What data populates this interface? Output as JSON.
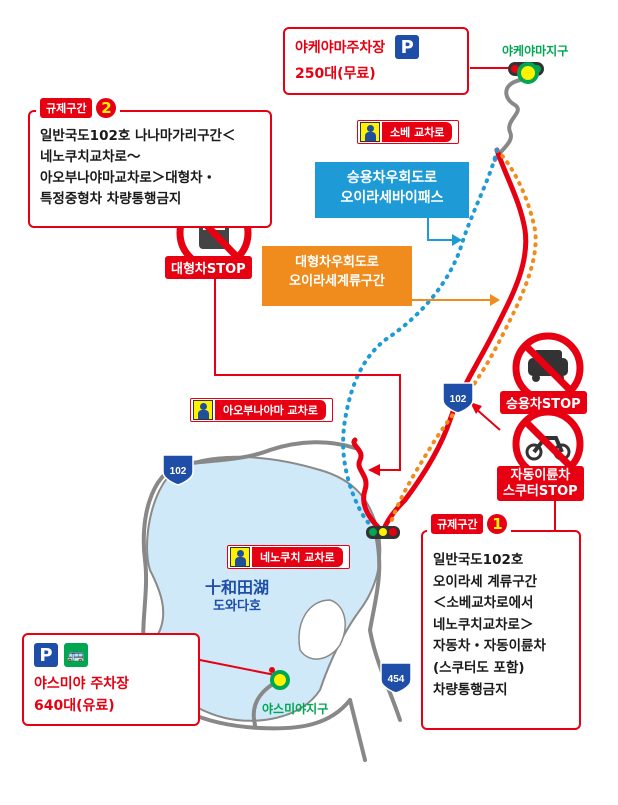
{
  "parking_top": {
    "name": "야케야마주차장",
    "capacity": "250대(무료)",
    "p": "P"
  },
  "district_top": "야케야마지구",
  "junction_sobe": "소베 교차로",
  "bypass_car": {
    "line1": "승용차우회도로",
    "line2": "오이라세바이패스"
  },
  "bypass_large": {
    "line1": "대형차우회도로",
    "line2": "오이라세계류구간"
  },
  "zone2": {
    "label": "규제구간",
    "num": "2",
    "lines": [
      "일반국도102호 나나마가리구간＜",
      "네노쿠치교차로～",
      "아오부나야마교차로＞대형차・",
      "특정중형차 차량통행금지"
    ]
  },
  "stop_large": "대형차STOP",
  "stop_car": "승용차STOP",
  "stop_moto": {
    "line1": "자동이륜차",
    "line2": "스쿠터STOP"
  },
  "route_102_a": "102",
  "route_102_b": "102",
  "route_454": "454",
  "junction_aobunayama": "아오부나야마 교차로",
  "junction_nenokuchi": "네노쿠치 교차로",
  "lake": {
    "kanji": "十和田湖",
    "korean": "도와다호"
  },
  "zone1": {
    "label": "규제구간",
    "num": "1",
    "lines": [
      "일반국도102호",
      "오이라세 계류구간",
      "＜소베교차로에서",
      "네노쿠치교차로＞",
      "자동차・자동이륜차",
      "(스쿠터도 포함)",
      "차량통행금지"
    ]
  },
  "parking_bottom": {
    "name": "야스미야 주차장",
    "capacity": "640대(유료)",
    "p": "P"
  },
  "district_bottom": "야스미야지구",
  "colors": {
    "red": "#e60012",
    "blue": "#1e9ad6",
    "orange": "#f08c1e",
    "lake": "#cfe9f8",
    "road": "#777777",
    "green": "#00a651"
  }
}
